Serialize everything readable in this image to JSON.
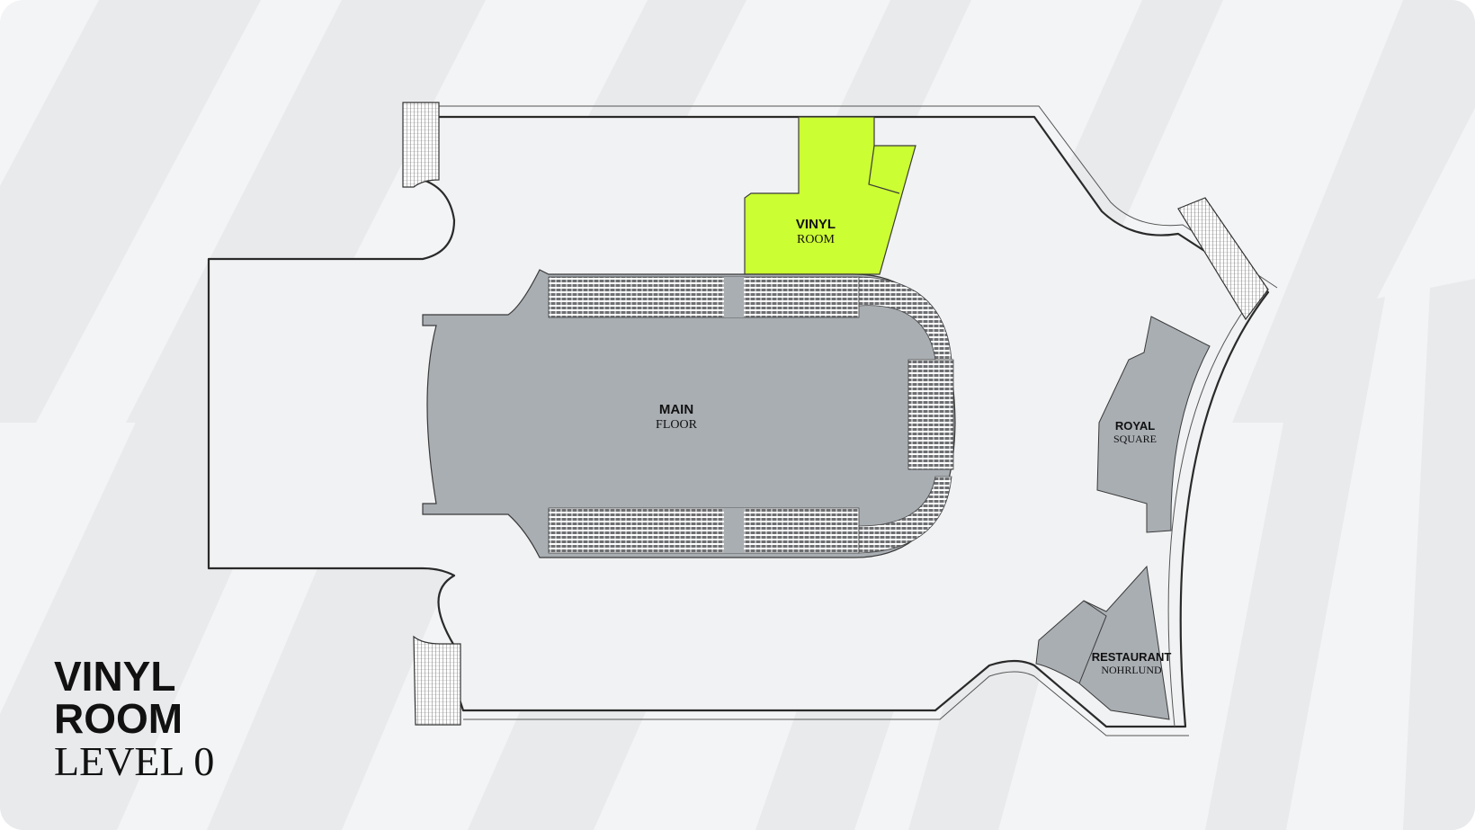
{
  "map": {
    "highlight_color": "#CCFF33",
    "venue_fill": "#A9AEB3",
    "background": "#F3F4F5"
  },
  "areas": {
    "vinyl_room": {
      "line1": "VINYL",
      "line2": "ROOM"
    },
    "main_floor": {
      "line1": "MAIN",
      "line2": "FLOOR"
    },
    "royal_square": {
      "line1": "ROYAL",
      "line2": "SQUARE"
    },
    "restaurant": {
      "line1": "RESTAURANT",
      "line2": "NOHRLUND"
    }
  },
  "title": {
    "line1": "VINYL",
    "line2": "ROOM",
    "line3": "LEVEL 0"
  }
}
